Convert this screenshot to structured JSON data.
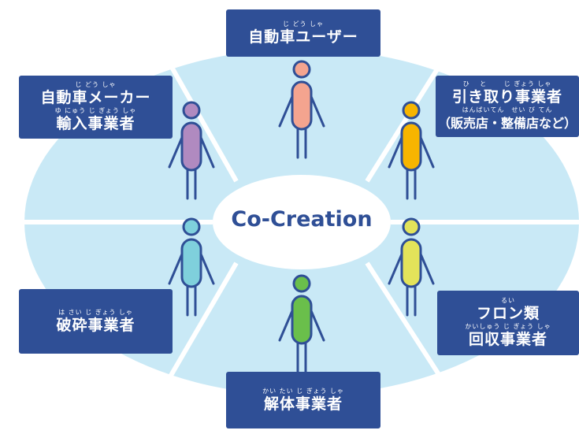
{
  "center": {
    "label": "Co-Creation"
  },
  "colors": {
    "outer_ellipse": "#c9e9f6",
    "inner_ellipse": "#ffffff",
    "box_bg": "#2f4f96",
    "box_text": "#ffffff",
    "center_text": "#2f4f96",
    "figure_outline": "#2f4f96"
  },
  "stakeholders": [
    {
      "id": "users",
      "ruby1": "じ どう しゃ",
      "line1": "自動車ユーザー",
      "ruby2": "",
      "line2": "",
      "figure_color": "#f4a48f"
    },
    {
      "id": "takeback",
      "ruby1": "ひ　 と　　 じ ぎょう しゃ",
      "line1": "引き取り事業者",
      "ruby2": "はんばいてん　せい び てん",
      "line2": "（販売店・整備店など）",
      "figure_color": "#f7b500"
    },
    {
      "id": "fluorocarbon",
      "ruby1": "るい",
      "line1": "フロン類",
      "ruby2": "かいしゅう じ ぎょう しゃ",
      "line2": "回収事業者",
      "figure_color": "#e3e35a"
    },
    {
      "id": "dismantling",
      "ruby1": "かい たい じ ぎょう しゃ",
      "line1": "解体事業者",
      "ruby2": "",
      "line2": "",
      "figure_color": "#6abf4b"
    },
    {
      "id": "shredding",
      "ruby1": "は さい じ ぎょう しゃ",
      "line1": "破砕事業者",
      "ruby2": "",
      "line2": "",
      "figure_color": "#7fd0dc"
    },
    {
      "id": "makers",
      "ruby1": "じ どう しゃ",
      "line1": "自動車メーカー",
      "ruby2": "ゆ にゅう じ ぎょう しゃ",
      "line2": "輸入事業者",
      "figure_color": "#b08ac0"
    }
  ]
}
